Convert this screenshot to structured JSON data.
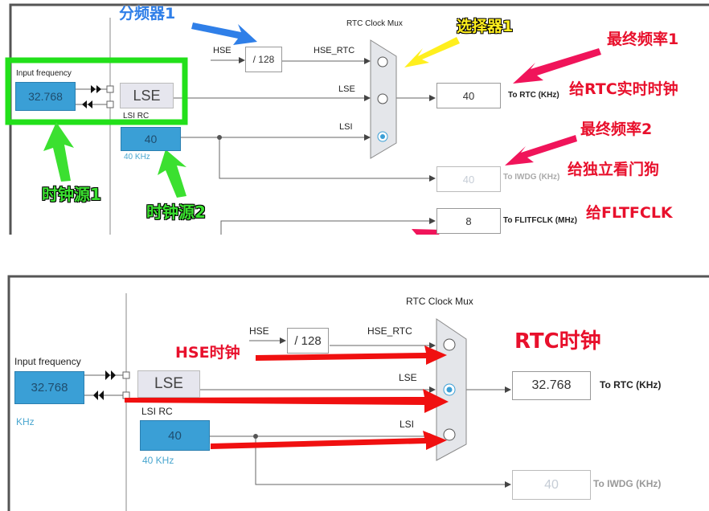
{
  "top_panel": {
    "input_frequency_label": "Input frequency",
    "input_frequency_value": "32.768",
    "lse_label": "LSE",
    "lsi_rc_label": "LSI RC",
    "lsi_value": "40",
    "lsi_unit": "40 KHz",
    "hse_label": "HSE",
    "divider_value": "/ 128",
    "hse_rtc_label": "HSE_RTC",
    "mux_lse_label": "LSE",
    "mux_lsi_label": "LSI",
    "mux_title": "RTC Clock Mux",
    "mux_selected": "LSI",
    "rtc_value": "40",
    "rtc_label": "To RTC (KHz)",
    "iwdg_value": "40",
    "iwdg_label": "To IWDG (KHz)",
    "flitfclk_value": "8",
    "flitfclk_label": "To FLITFCLK (MHz)",
    "annotations": {
      "divider": "分频器1",
      "selector": "选择器1",
      "final_freq_1": "最终频率1",
      "to_rtc": "给RTC实时时钟",
      "final_freq_2": "最终频率2",
      "to_iwdg": "给独立看门狗",
      "to_fltfclk": "给FLTFCLK",
      "clock_source_1": "时钟源1",
      "clock_source_2": "时钟源2"
    }
  },
  "bottom_panel": {
    "input_frequency_label": "Input frequency",
    "input_frequency_value": "32.768",
    "input_unit": "KHz",
    "lse_label": "LSE",
    "lsi_rc_label": "LSI RC",
    "lsi_value": "40",
    "lsi_unit": "40 KHz",
    "hse_label": "HSE",
    "divider_value": "/ 128",
    "hse_rtc_label": "HSE_RTC",
    "mux_lse_label": "LSE",
    "mux_lsi_label": "LSI",
    "mux_title": "RTC Clock Mux",
    "mux_selected": "LSE",
    "rtc_value": "32.768",
    "rtc_label": "To RTC (KHz)",
    "iwdg_value": "40",
    "iwdg_label": "To IWDG (KHz)",
    "annotations": {
      "hse_clock": "HSE时钟",
      "rtc_clock": "RTC时钟"
    }
  },
  "colors": {
    "source_box": "#3a9fd6",
    "annotation_red": "#e8102c",
    "annotation_green": "#3be030",
    "annotation_yellow": "#ffef1e",
    "annotation_blue": "#2f7fe8",
    "mux_selected": "#3a9fd6"
  }
}
